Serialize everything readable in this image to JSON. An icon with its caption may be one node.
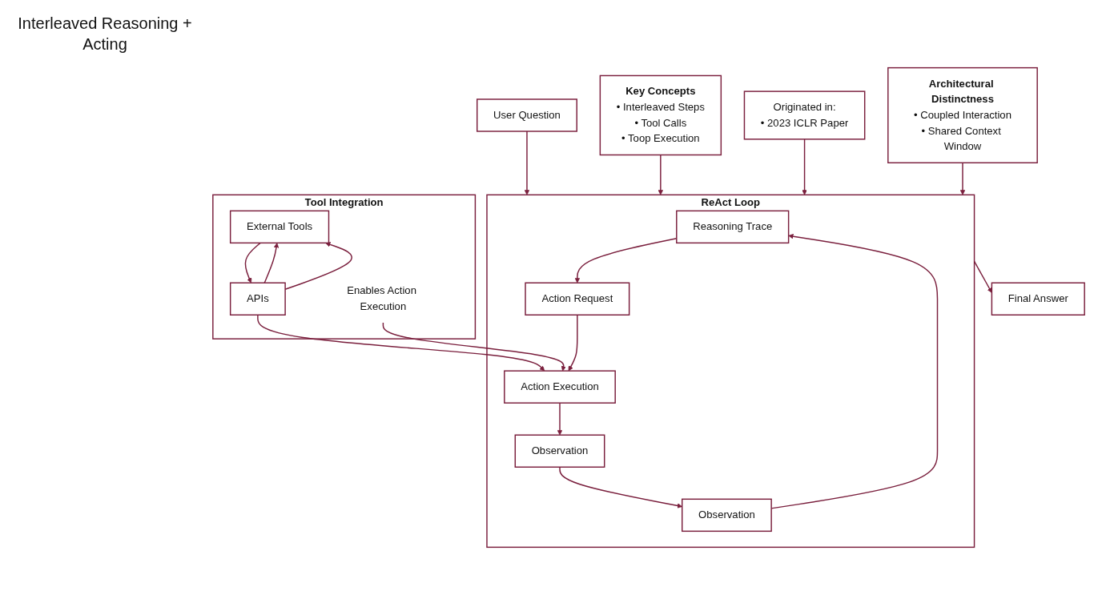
{
  "diagram": {
    "nodes": [
      {
        "text": [
          "User Question"
        ]
      },
      {
        "text": [
          "Key Concepts",
          "• Interleaved Steps",
          "• Tool Calls",
          "• Toop Execution"
        ]
      },
      {
        "text": [
          "ReAct Loop"
        ]
      },
      {
        "text": [
          "Originated in:",
          "• 2023 ICLR Paper"
        ]
      },
      {
        "text": [
          "Tool Integration"
        ]
      },
      {
        "text": [
          "Reasoning Trace"
        ],
        "in": 2
      },
      {
        "text": [
          "Observation"
        ],
        "in": 2
      },
      {
        "text": [
          "Action Request"
        ],
        "in": 2
      },
      {
        "text": [
          "Observation"
        ],
        "in": 2
      },
      {
        "text": [
          "Action Execution"
        ],
        "in": 2
      },
      {
        "text": [
          "Architectural Distinctness",
          "• Coupled Interaction",
          "• Shared Context Window"
        ]
      },
      {
        "text": [
          "External Tools"
        ],
        "in": 4
      },
      {
        "text": [
          "APIs"
        ],
        "in": 4
      },
      {
        "text": [
          "Enables Action Execution"
        ],
        "in": 4
      },
      {
        "text": [
          "Final Answer"
        ]
      }
    ],
    "edges": [
      {
        "from": 0,
        "to": 2,
        "arrow": "to"
      },
      {
        "from": 1,
        "to": 2,
        "arrow": "to"
      },
      {
        "from": 3,
        "to": 2,
        "arrow": "to"
      },
      {
        "from": 10,
        "to": 2,
        "arrow": "to"
      },
      {
        "from": 6,
        "to": 5,
        "arrow": "to"
      },
      {
        "from": 5,
        "to": 7,
        "arrow": "to"
      },
      {
        "from": 7,
        "to": 9,
        "arrow": "to"
      },
      {
        "from": 9,
        "to": 8,
        "arrow": "to"
      },
      {
        "from": 8,
        "to": 6,
        "arrow": "to"
      },
      {
        "from": 11,
        "to": 12,
        "arrow": "to"
      },
      {
        "from": 12,
        "to": 11,
        "arrow": "to"
      },
      {
        "from": 12,
        "to": 11,
        "arrow": "to"
      },
      {
        "from": 12,
        "to": 9,
        "arrow": "to"
      },
      {
        "from": 13,
        "to": 9,
        "arrow": "to"
      },
      {
        "from": 2,
        "to": 14,
        "arrow": "to"
      }
    ],
    "labels": [
      "Interleaved Reasoning + Acting"
    ]
  }
}
